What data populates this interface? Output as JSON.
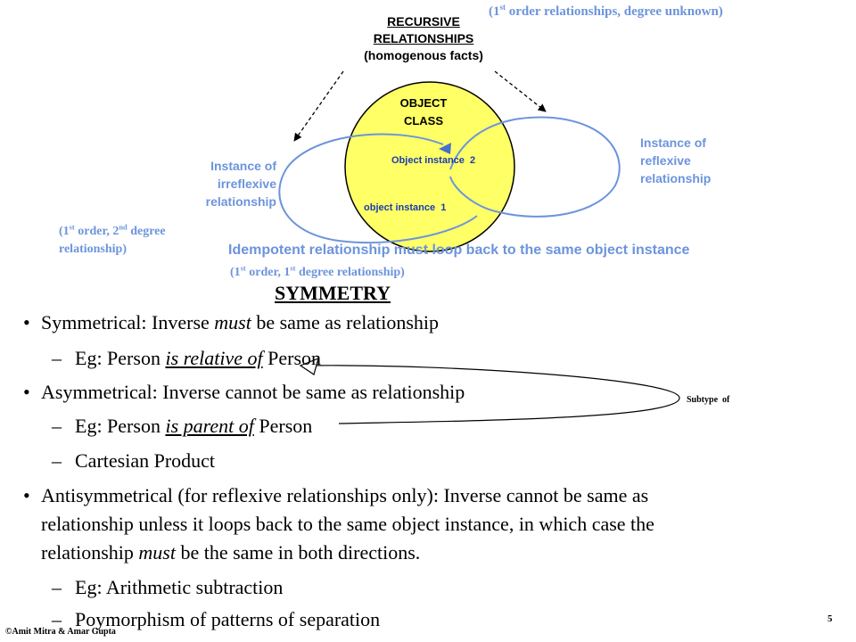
{
  "diagram": {
    "title_line1": "RECURSIVE",
    "title_line2": "RELATIONSHIPS",
    "title_line3": "(homogenous facts)",
    "top_note_pre": "(1",
    "top_note_sup": "st",
    "top_note_post": " order relationships, degree unknown)",
    "object_class_line1": "OBJECT",
    "object_class_line2": "CLASS",
    "instance2": "Object instance  2",
    "instance1": "object instance  1",
    "irreflexive_line1": "Instance of",
    "irreflexive_line2": "irreflexive",
    "irreflexive_line3": "relationship",
    "reflexive_line1": "Instance of",
    "reflexive_line2": "reflexive",
    "reflexive_line3": "relationship",
    "order2_pre": "(1",
    "order2_sup1": "st",
    "order2_mid": " order, 2",
    "order2_sup2": "nd",
    "order2_post": " degree",
    "order2_line2": "relationship)",
    "idempotent": "Idempotent relationship must loop back to the same object instance",
    "order1_pre": "(1",
    "order1_sup1": "st",
    "order1_mid": " order, 1",
    "order1_sup2": "st",
    "order1_post": " degree relationship)",
    "subtype_label": "Subtype  of",
    "colors": {
      "circle_fill": "#ffff66",
      "loop_stroke": "#6c94dc",
      "label_blue": "#6c94dc"
    }
  },
  "content": {
    "heading": "SYMMETRY",
    "bullet_glyph": "•",
    "dash_glyph": "–",
    "b1_pre": "Symmetrical: Inverse ",
    "b1_em": "must",
    "b1_post": " be same as relationship",
    "e1_pre": "Eg: Person ",
    "e1_u": "is relative of",
    "e1_post": " Person",
    "b2": "Asymmetrical: Inverse cannot be same as relationship",
    "e2_pre": "Eg: Person ",
    "e2_u": "is parent of",
    "e2_post": " Person",
    "e3": "Cartesian Product",
    "b3_line1": "Antisymmetrical (for reflexive relationships only): Inverse cannot be same as",
    "b3_line2": "relationship unless it loops back to the same object instance, in which case the",
    "b3_line3_pre": "relationship ",
    "b3_line3_em": "must",
    "b3_line3_post": " be the same in both directions.",
    "e4": "Eg: Arithmetic subtraction",
    "e5": "Poymorphism of patterns of separation"
  },
  "footer": {
    "copyright": "©Amit Mitra & Amar Gupta",
    "page_number": "5"
  }
}
